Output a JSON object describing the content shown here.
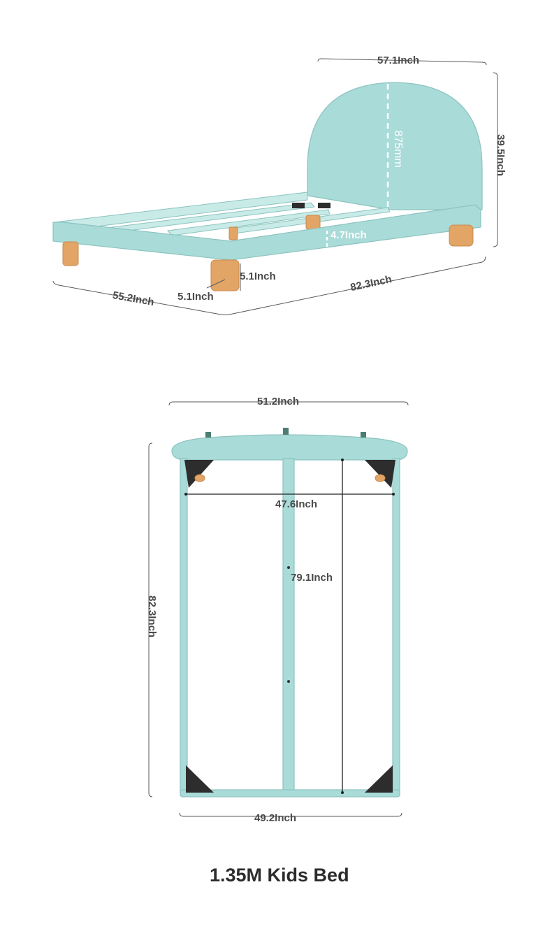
{
  "top_view": {
    "headboard_width": "57.1Inch",
    "headboard_height": "39.5Inch",
    "headboard_inner": "875mm",
    "side_rail_height": "4.7Inch",
    "leg_height": "5.1Inch",
    "leg_width": "5.1Inch",
    "overall_width": "55.2Inch",
    "overall_length": "82.3Inch"
  },
  "plan_view": {
    "headboard_width": "51.2Inch",
    "inner_width": "47.6Inch",
    "inner_length": "79.1Inch",
    "overall_length": "82.3Inch",
    "foot_width": "49.2Inch"
  },
  "product": {
    "title": "1.35M Kids Bed"
  },
  "colors": {
    "bed": "#a9dbd8",
    "wood": "#e2a566",
    "bracket": "#2d2d2d"
  }
}
